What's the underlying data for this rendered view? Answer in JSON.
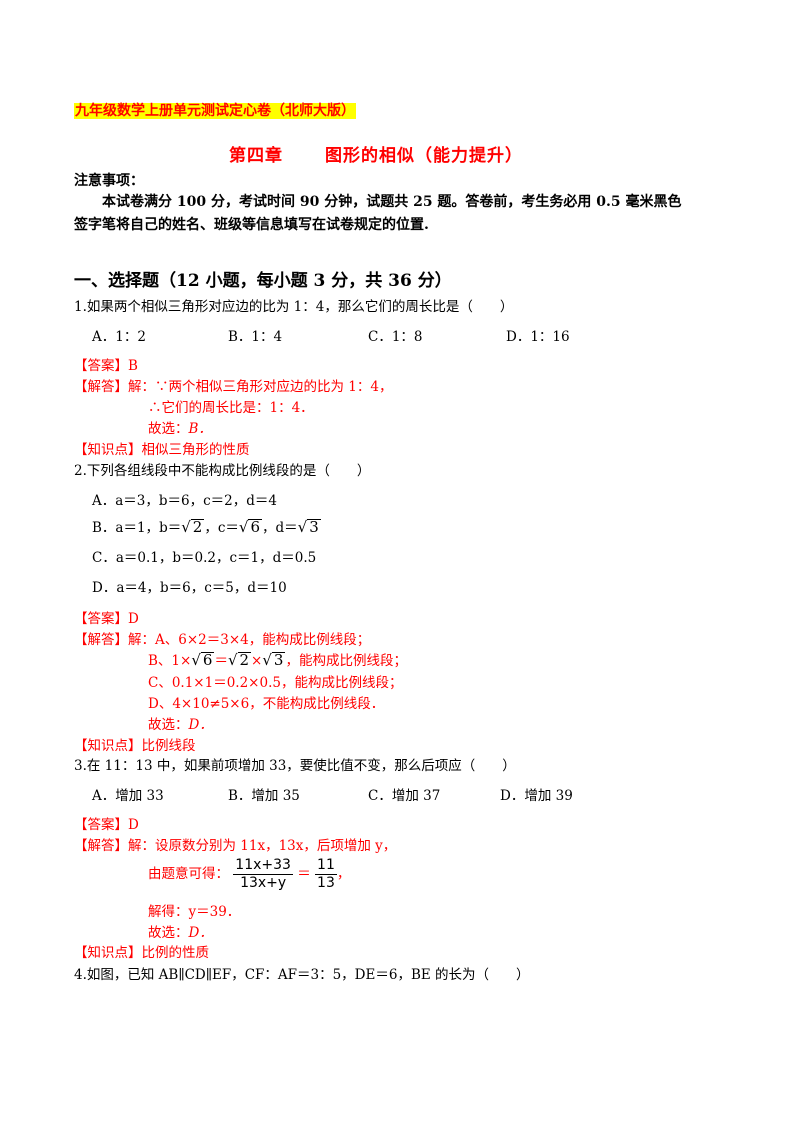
{
  "header": {
    "series_title": "九年级数学上册单元测试定心卷（北师大版）",
    "chapter": "第四章",
    "chapter_title": "图形的相似（能力提升）"
  },
  "notice": {
    "heading": "注意事项：",
    "line1": "本试卷满分 100 分，考试时间 90 分钟，试题共 25 题。答卷前，考生务必用 0.5 毫米黑色",
    "line2": "签字笔将自己的姓名、班级等信息填写在试卷规定的位置."
  },
  "section1": {
    "title": "一、选择题（12 小题，每小题 3 分，共 36 分）"
  },
  "q1": {
    "stem": "1.如果两个相似三角形对应边的比为 1：4，那么它们的周长比是（　　）",
    "options": [
      "A．1：2",
      "B．1：4",
      "C．1：8",
      "D．1：16"
    ],
    "answer_tag": "【答案】",
    "answer": "B",
    "solution_tag": "【解答】",
    "sol1": "解：∵两个相似三角形对应边的比为 1：4，",
    "sol2": "∴它们的周长比是：1：4．",
    "sol3_prefix": "故选：",
    "sol3_val": "B．",
    "kp_tag": "【知识点】",
    "kp": "相似三角形的性质"
  },
  "q2": {
    "stem": "2.下列各组线段中不能构成比例线段的是（　　）",
    "optA": "A．a＝3，b＝6，c＝2，d＝4",
    "optB_prefix": "B．",
    "optB_a": "a＝1，",
    "optB_b": "b＝",
    "optB_c": "，c＝",
    "optB_d": "，d＝",
    "rad2": "2",
    "rad6": "6",
    "rad3": "3",
    "optC": "C．a＝0.1，b＝0.2，c＝1，d＝0.5",
    "optD": "D．a＝4，b＝6，c＝5，d＝10",
    "answer_tag": "【答案】",
    "answer": "D",
    "solution_tag": "【解答】",
    "sol1": "解：A、6×2＝3×4，能构成比例线段；",
    "sol2_prefix": "B、1×",
    "sol2_mid": "＝",
    "sol2_times": "×",
    "sol2_suffix": "，能构成比例线段；",
    "sol3": "C、0.1×1＝0.2×0.5，能构成比例线段；",
    "sol4": "D、4×10≠5×6，不能构成比例线段．",
    "sol5_prefix": "故选：",
    "sol5_val": "D．",
    "kp_tag": "【知识点】",
    "kp": "比例线段"
  },
  "q3": {
    "stem": "3.在 11：13 中，如果前项增加 33，要使比值不变，那么后项应（　　）",
    "options": [
      "A．增加 33",
      "B．增加 35",
      "C．增加 37",
      "D．增加 39"
    ],
    "answer_tag": "【答案】",
    "answer": "D",
    "solution_tag": "【解答】",
    "sol1": "解：设原数分别为 11x，13x，后项增加 y，",
    "sol2_prefix": "由题意可得：",
    "frac1_num": "11x+33",
    "frac1_den": "13x+y",
    "eq": "＝",
    "frac2_num": "11",
    "frac2_den": "13",
    "sol2_suffix": "，",
    "sol3": "解得：y＝39．",
    "sol4_prefix": "故选：",
    "sol4_val": "D．",
    "kp_tag": "【知识点】",
    "kp": "比例的性质"
  },
  "q4": {
    "stem": "4.如图，已知 AB∥CD∥EF，CF：AF＝3：5，DE＝6，BE 的长为（　　）"
  }
}
